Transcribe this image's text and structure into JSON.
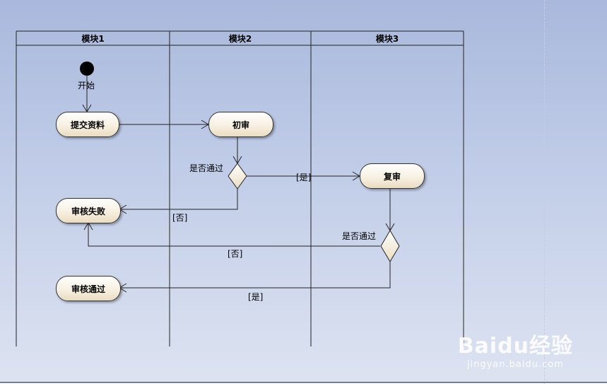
{
  "lanes": [
    "模块1",
    "模块2",
    "模块3"
  ],
  "start": {
    "label": "开始"
  },
  "nodes": {
    "submit": "提交资料",
    "first_review": "初审",
    "second_review": "复审",
    "fail": "审核失败",
    "pass": "审核通过"
  },
  "decisions": {
    "d1": "是否通过",
    "d2": "是否通过"
  },
  "edge_labels": {
    "d1_yes": "[是]",
    "d1_no": "[否]",
    "d2_no": "[否]",
    "d2_yes": "[是]"
  },
  "watermark": {
    "logo": "Baidu经验",
    "url": "jingyan.baidu.com"
  },
  "colors": {
    "node_fill_top": "#ffffff",
    "node_fill_bottom": "#eadcc0",
    "line": "#333333"
  }
}
